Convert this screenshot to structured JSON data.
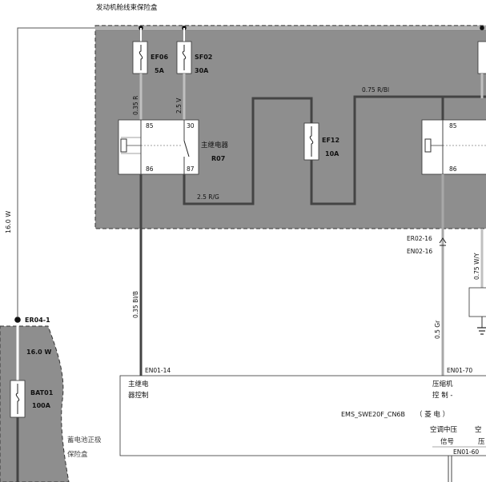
{
  "fuse_box": {
    "title": "发动机舱线束保险盒",
    "fuses": [
      {
        "id": "EF06",
        "rating": "5A"
      },
      {
        "id": "SF02",
        "rating": "30A"
      },
      {
        "id": "EF12",
        "rating": "10A"
      }
    ],
    "main_relay": {
      "pins": [
        "85",
        "30",
        "86",
        "87"
      ],
      "name": "主继电器",
      "code": "R07"
    },
    "second_relay": {
      "pins": [
        "85",
        "86"
      ]
    },
    "wires": {
      "ef06_out": "0.35 R",
      "sf02_out": "2.5 V",
      "ef12_in": "0.75 R/Bl",
      "relay87_out": "2.5 R/G"
    }
  },
  "left_wire": {
    "label": "16.0 W"
  },
  "battery_box": {
    "connector": "ER04-1",
    "wire": "16.0 W",
    "fuse": {
      "id": "BAT01",
      "rating": "100A"
    },
    "title_line1": "蓄电池正极",
    "title_line2": "保险盒"
  },
  "connectors": {
    "er02": "ER02-16",
    "en02": "EN02-16",
    "wire_075wy": "0.75 W/Y",
    "wire_035bib": "0.35 Bl/B",
    "wire_05gr": "0.5 Gr"
  },
  "ecu": {
    "pin_left": "EN01-14",
    "pin_right": "EN01-70",
    "pin_bottom": "EN01-60",
    "left_line1": "主继电",
    "left_line2": "器控制",
    "right_line1": "压缩机",
    "right_line2": "控 制 -",
    "model": "EMS_SWE20F_CN6B",
    "model_paren": "（ 菱 电 ）",
    "bottom_line1": "空调中压",
    "bottom_line2": "信号",
    "bottom_cut1": "空",
    "bottom_cut2": "压"
  }
}
